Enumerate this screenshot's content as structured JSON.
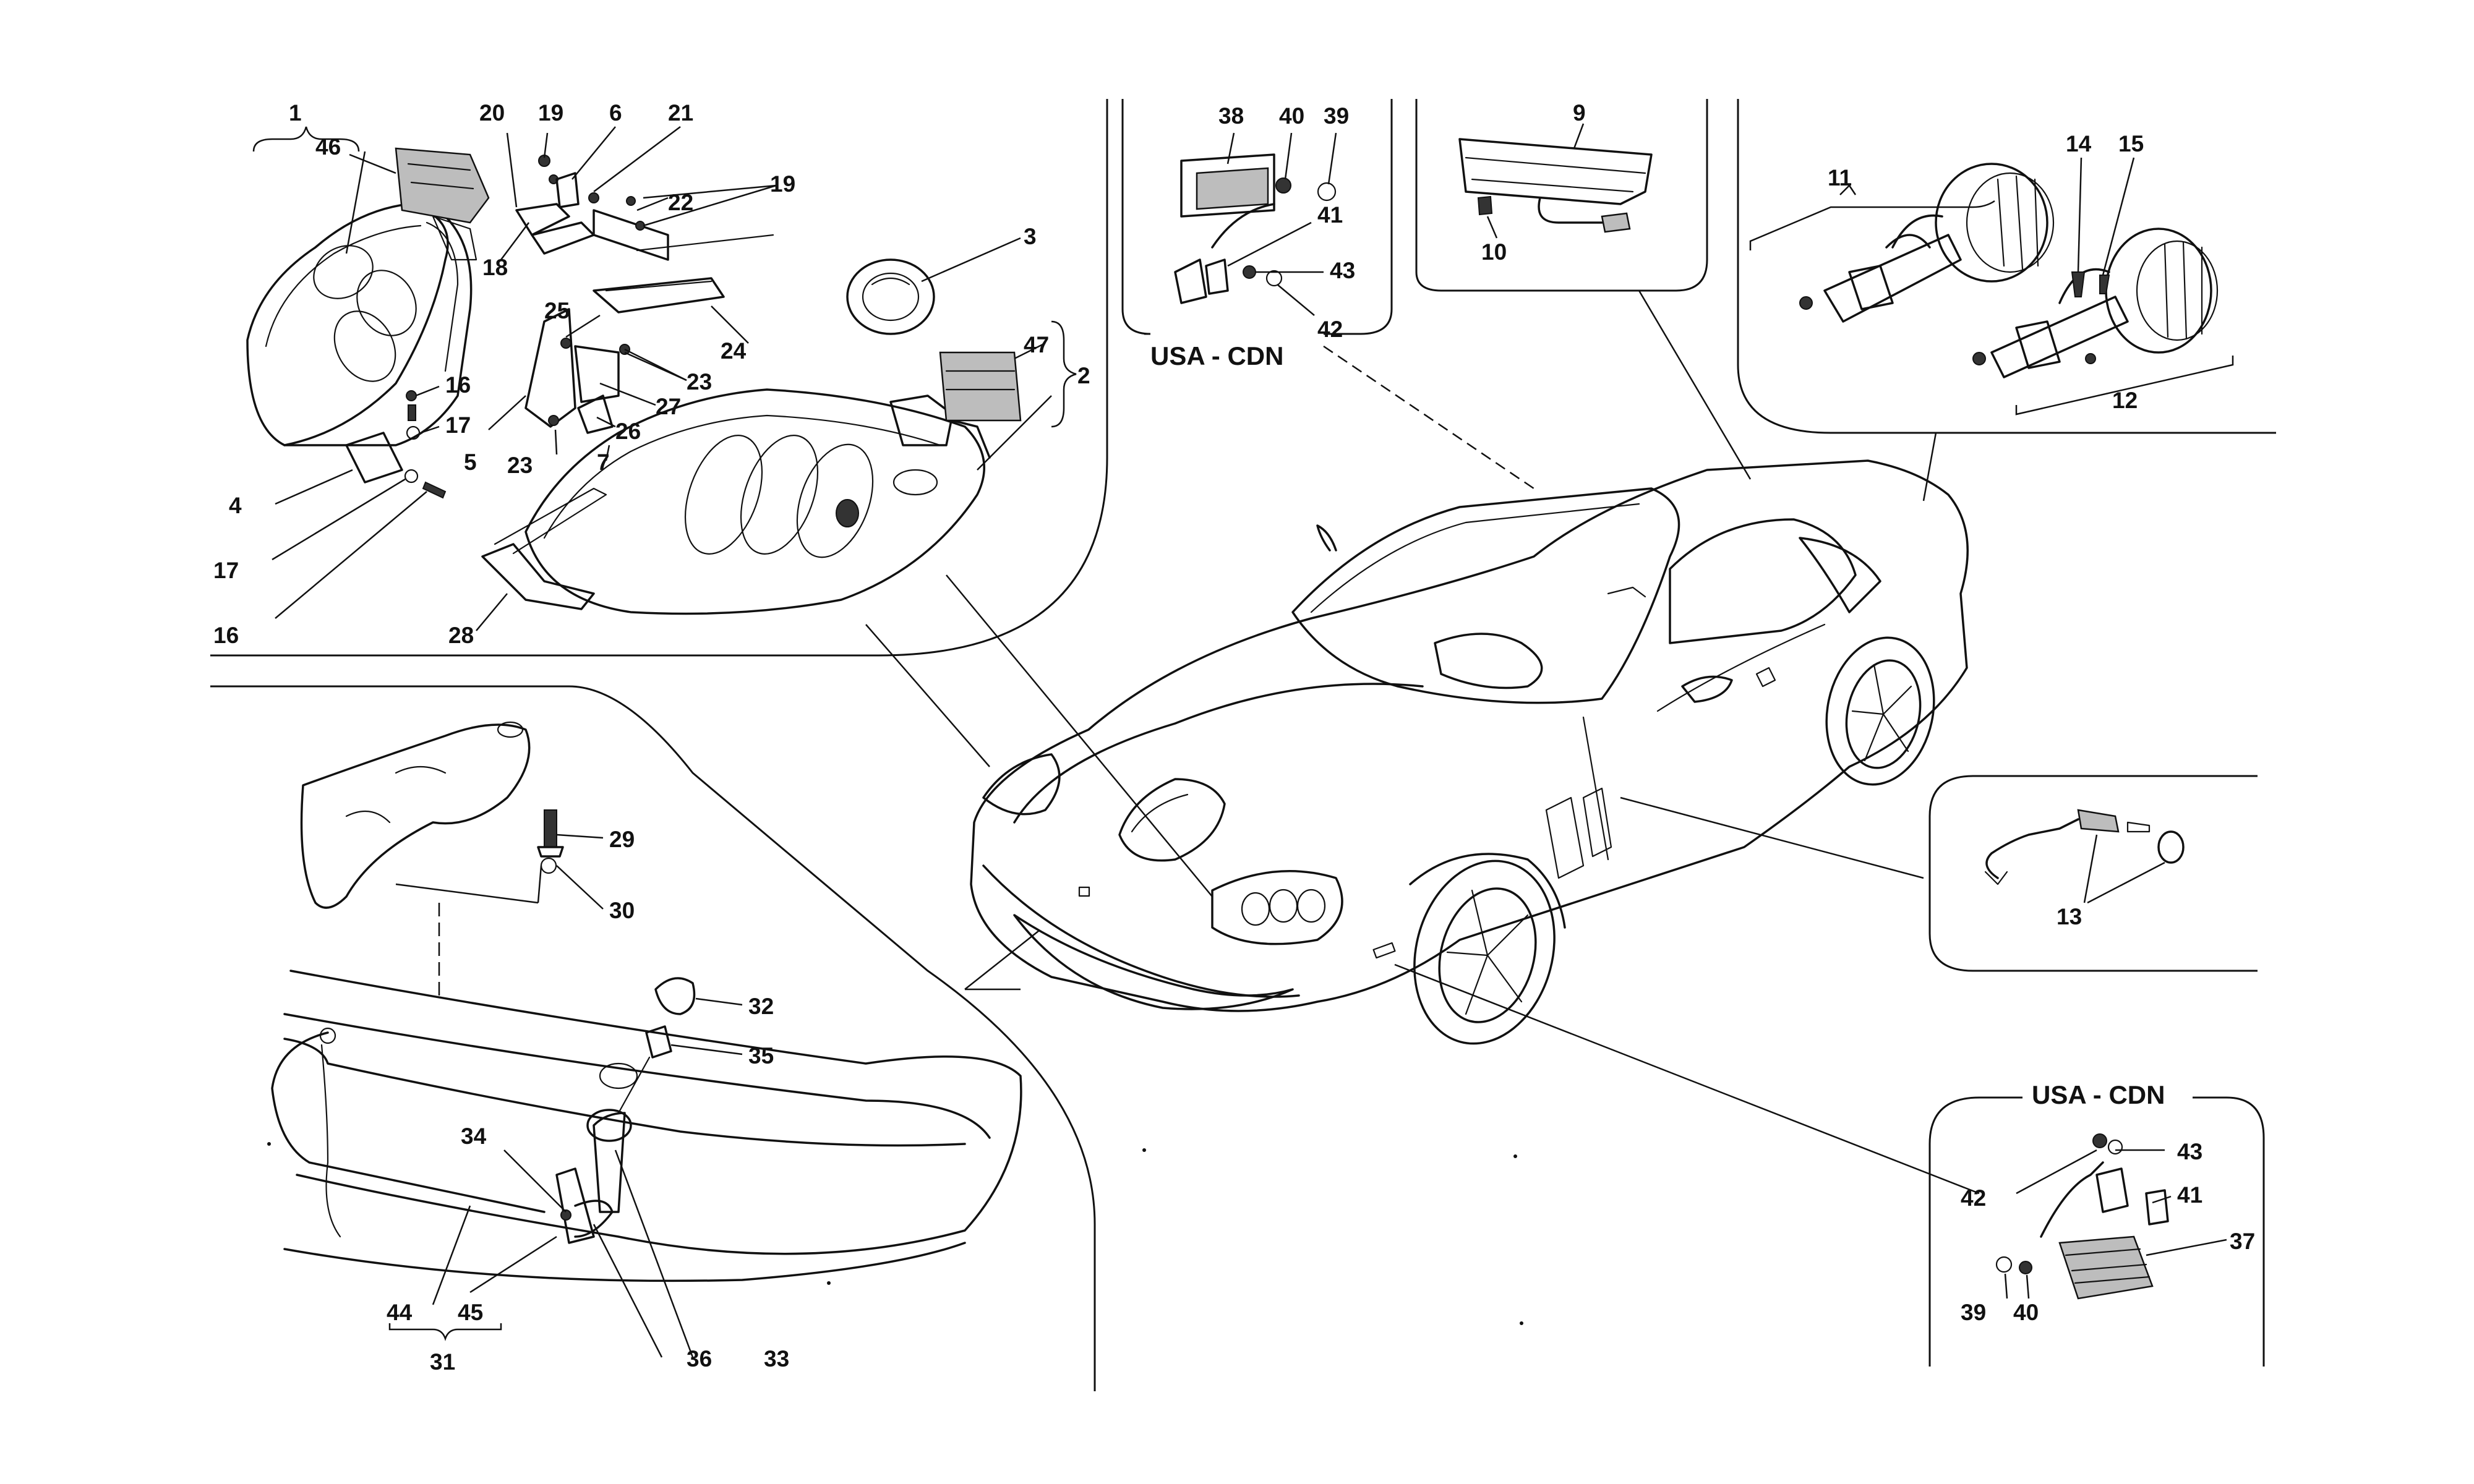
{
  "region_labels": {
    "usa_cdn_top": "USA - CDN",
    "usa_cdn_bottom": "USA - CDN"
  },
  "callouts": {
    "c1": "1",
    "c2": "2",
    "c3": "3",
    "c4": "4",
    "c5": "5",
    "c6": "6",
    "c7": "7",
    "c9": "9",
    "c10": "10",
    "c11": "11",
    "c12": "12",
    "c13": "13",
    "c14": "14",
    "c15": "15",
    "c16a": "16",
    "c16b": "16",
    "c17a": "17",
    "c17b": "17",
    "c18": "18",
    "c19a": "19",
    "c19b": "19",
    "c20": "20",
    "c21": "21",
    "c22": "22",
    "c23a": "23",
    "c23b": "23",
    "c24": "24",
    "c25": "25",
    "c26": "26",
    "c27": "27",
    "c28": "28",
    "c29": "29",
    "c30": "30",
    "c31": "31",
    "c32": "32",
    "c33": "33",
    "c34": "34",
    "c35": "35",
    "c36": "36",
    "c37": "37",
    "c38": "38",
    "c39a": "39",
    "c39b": "39",
    "c40a": "40",
    "c40b": "40",
    "c41a": "41",
    "c41b": "41",
    "c42a": "42",
    "c42b": "42",
    "c43a": "43",
    "c43b": "43",
    "c44": "44",
    "c45": "45",
    "c46": "46",
    "c47": "47"
  }
}
